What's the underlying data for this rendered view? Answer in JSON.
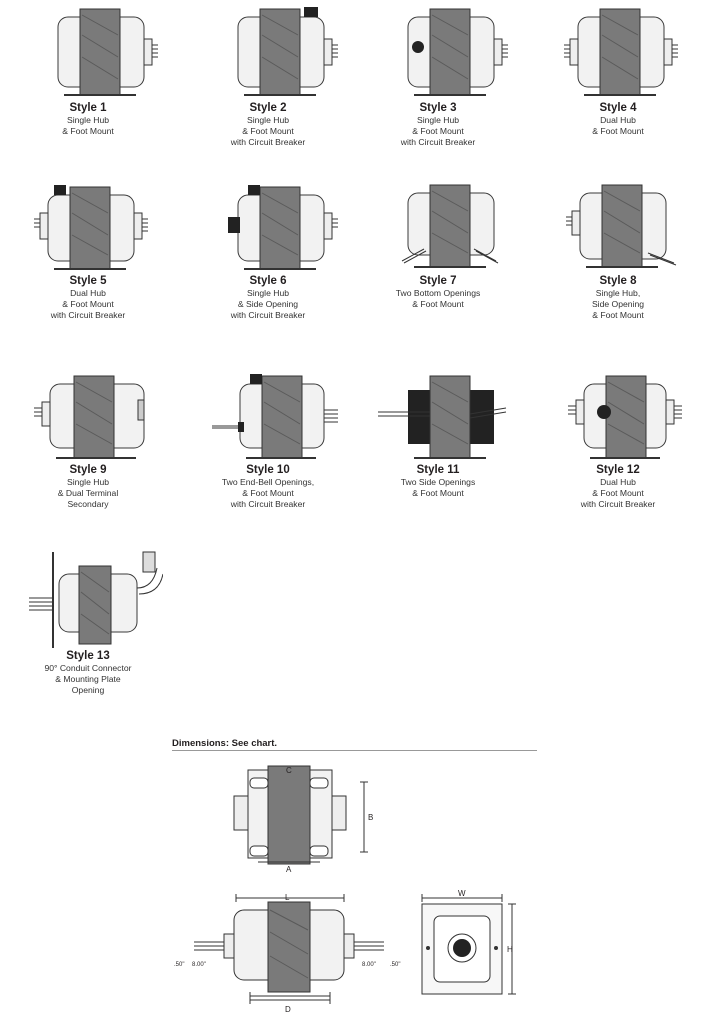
{
  "styles": [
    {
      "title": "Style 1",
      "lines": [
        "Single Hub",
        "& Foot Mount"
      ]
    },
    {
      "title": "Style 2",
      "lines": [
        "Single Hub",
        "& Foot Mount",
        "with Circuit Breaker"
      ]
    },
    {
      "title": "Style 3",
      "lines": [
        "Single Hub",
        "& Foot Mount",
        "with Circuit Breaker"
      ]
    },
    {
      "title": "Style 4",
      "lines": [
        "Dual Hub",
        "& Foot Mount"
      ]
    },
    {
      "title": "Style 5",
      "lines": [
        "Dual Hub",
        "& Foot Mount",
        "with Circuit Breaker"
      ]
    },
    {
      "title": "Style 6",
      "lines": [
        "Single Hub",
        "& Side Opening",
        "with Circuit Breaker"
      ]
    },
    {
      "title": "Style 7",
      "lines": [
        "Two Bottom Openings",
        "& Foot Mount"
      ]
    },
    {
      "title": "Style 8",
      "lines": [
        "Single Hub,",
        "Side Opening",
        "& Foot Mount"
      ]
    },
    {
      "title": "Style 9",
      "lines": [
        "Single Hub",
        "& Dual Terminal",
        "Secondary"
      ]
    },
    {
      "title": "Style 10",
      "lines": [
        "Two End-Bell Openings,",
        "& Foot Mount",
        "with Circuit Breaker"
      ]
    },
    {
      "title": "Style 11",
      "lines": [
        "Two Side Openings",
        "& Foot Mount"
      ]
    },
    {
      "title": "Style 12",
      "lines": [
        "Dual Hub",
        "& Foot Mount",
        "with Circuit Breaker"
      ]
    },
    {
      "title": "Style 13",
      "lines": [
        "90° Conduit Connector",
        "& Mounting Plate",
        "Opening"
      ]
    }
  ],
  "dimensions": {
    "heading": "Dimensions: See chart.",
    "labels": {
      "A": "A",
      "B": "B",
      "C": "C",
      "L": "L",
      "D": "D",
      "W": "W",
      "H": "H"
    },
    "lead_left": [
      ".50\"",
      "8.00\""
    ],
    "lead_right": [
      "8.00\"",
      ".50\""
    ]
  },
  "colors": {
    "core": "#7a7a7a",
    "body": "#f2f2f2",
    "outline": "#3a3a3a",
    "dark": "#222222"
  }
}
